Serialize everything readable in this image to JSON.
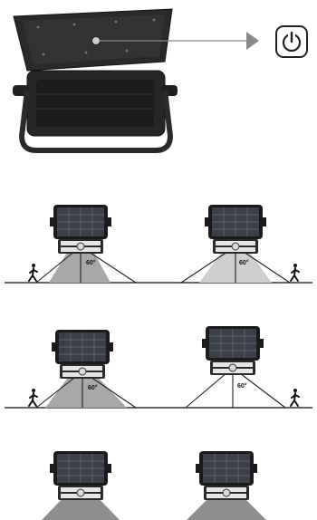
{
  "hero": {
    "power_icon": "power-icon"
  },
  "scenes": [
    {
      "left_angle": "60°",
      "right_angle": "60°"
    },
    {
      "left_angle": "60°",
      "right_angle": "60°"
    }
  ],
  "colors": {
    "beam": "#a8a8a8",
    "panel": "#2b2e33",
    "body": "#1f1f1f",
    "lamp": "#dcdcdc",
    "arrow": "#8a8a8a"
  }
}
